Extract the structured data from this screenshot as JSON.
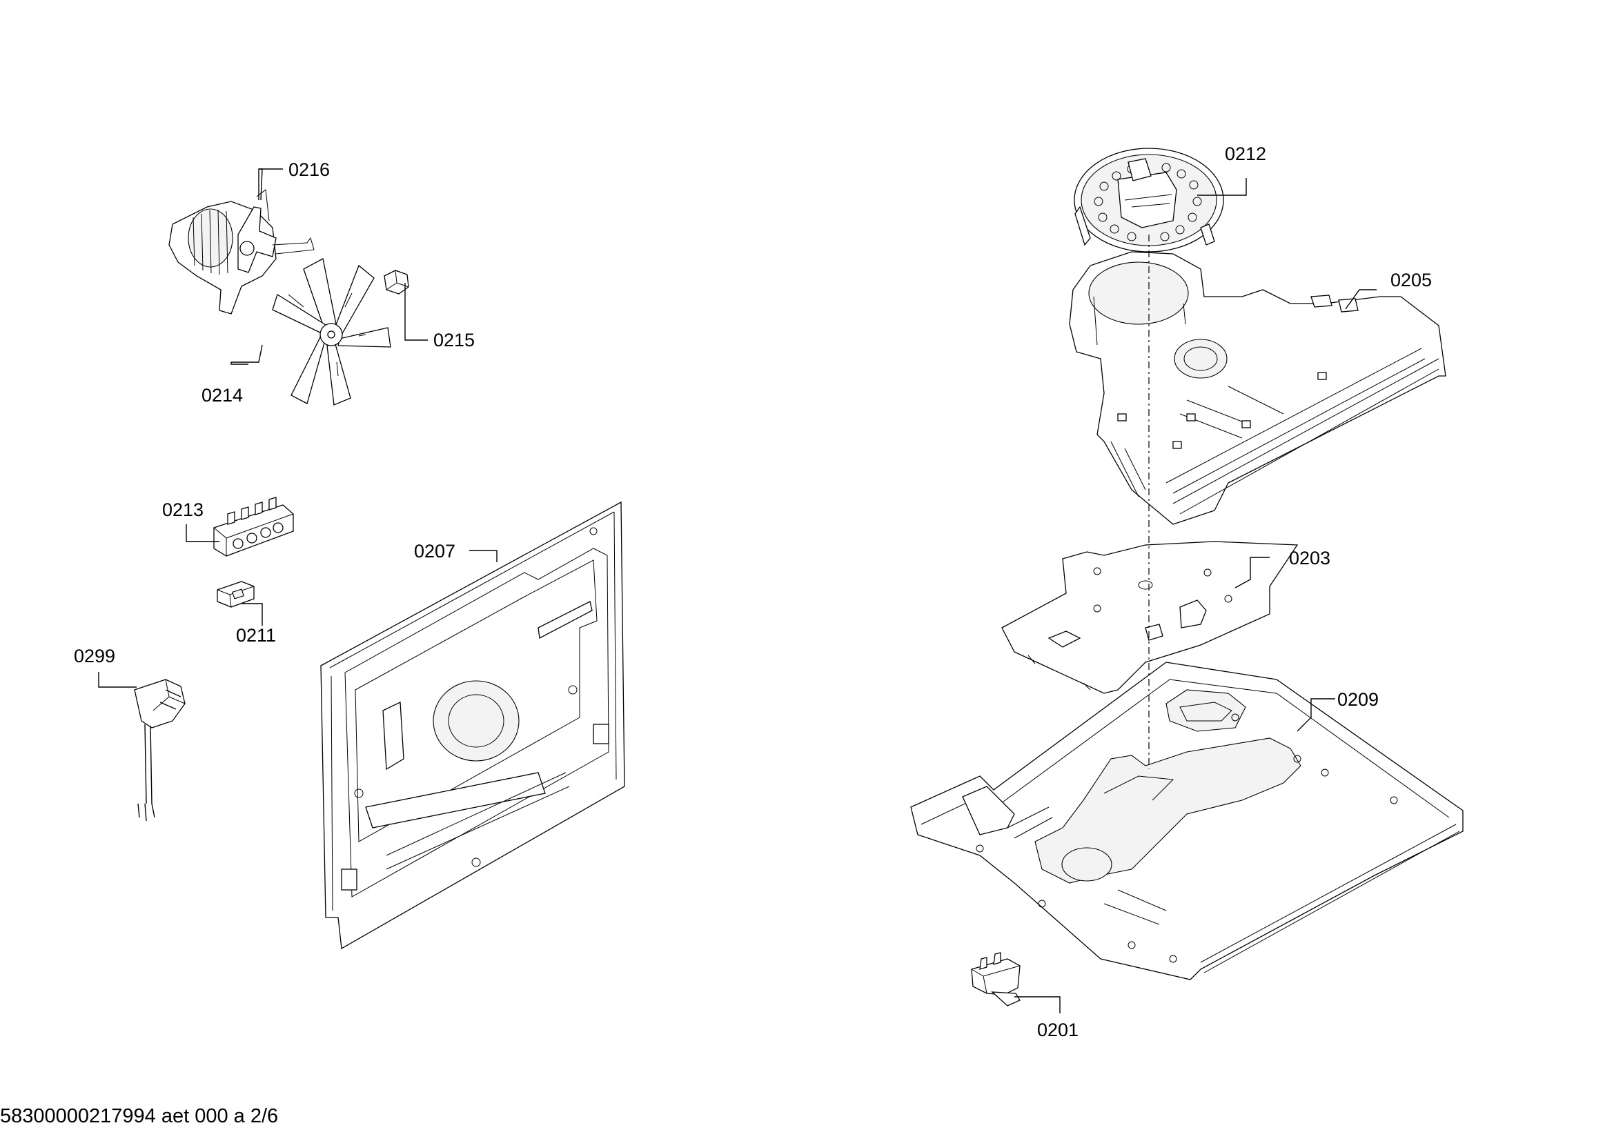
{
  "parts": {
    "p0216": "0216",
    "p0215": "0215",
    "p0214": "0214",
    "p0213": "0213",
    "p0211": "0211",
    "p0299": "0299",
    "p0207": "0207",
    "p0212": "0212",
    "p0205": "0205",
    "p0203": "0203",
    "p0209": "0209",
    "p0201": "0201"
  },
  "footer": {
    "doc_id": "58300000217994 aet 000 a 2/6"
  }
}
